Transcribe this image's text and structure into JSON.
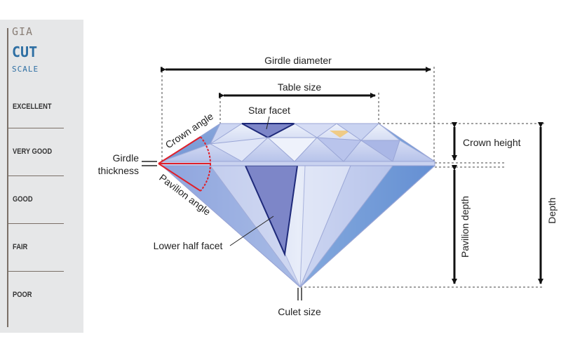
{
  "scale": {
    "brand": "GIA",
    "title": "CUT",
    "subtitle": "SCALE",
    "grades": [
      "EXCELLENT",
      "VERY GOOD",
      "GOOD",
      "FAIR",
      "POOR"
    ]
  },
  "labels": {
    "girdle_diameter": "Girdle diameter",
    "table_size": "Table size",
    "star_facet": "Star facet",
    "crown_angle": "Crown angle",
    "girdle_line1": "Girdle",
    "girdle_line2": "thickness",
    "pavilion_angle": "Pavilion angle",
    "lower_half_facet": "Lower half facet",
    "culet_size": "Culet size",
    "crown_height": "Crown height",
    "pavilion_depth": "Pavilion depth",
    "depth": "Depth"
  },
  "colors": {
    "facet_dark": "#7d86c8",
    "facet_mid": "#aeb8e6",
    "facet_light": "#dfe5f7",
    "angle_red": "#e0202a",
    "scale_blue": "#2e6fa3"
  }
}
